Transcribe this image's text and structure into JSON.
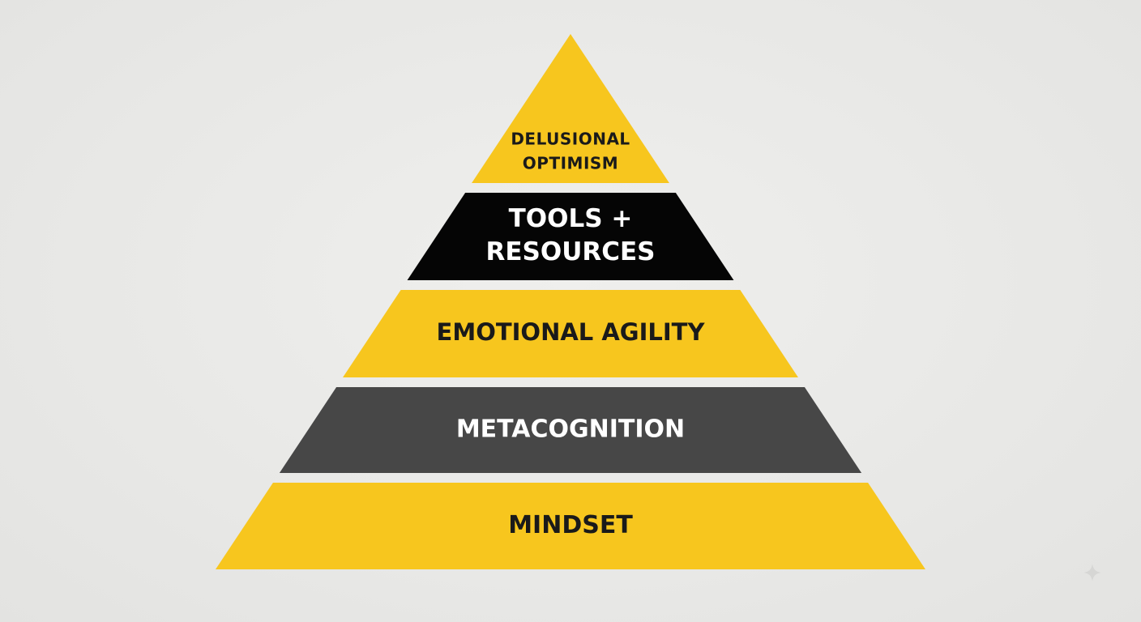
{
  "diagram": {
    "type": "pyramid",
    "tiers": [
      {
        "label_lines": [
          "DELUSIONAL",
          "OPTIMISM"
        ],
        "fill": "#f7c61e",
        "text_color": "#1a1a1a"
      },
      {
        "label_lines": [
          "TOOLS +",
          "RESOURCES"
        ],
        "fill": "#050505",
        "text_color": "#ffffff"
      },
      {
        "label_lines": [
          "EMOTIONAL AGILITY"
        ],
        "fill": "#f7c61e",
        "text_color": "#1a1a1a"
      },
      {
        "label_lines": [
          "METACOGNITION"
        ],
        "fill": "#474747",
        "text_color": "#ffffff"
      },
      {
        "label_lines": [
          "MINDSET"
        ],
        "fill": "#f7c61e",
        "text_color": "#1a1a1a"
      }
    ]
  },
  "decoration": {
    "sparkle_icon": "sparkle-icon",
    "sparkle_color": "#d6d6d4"
  }
}
